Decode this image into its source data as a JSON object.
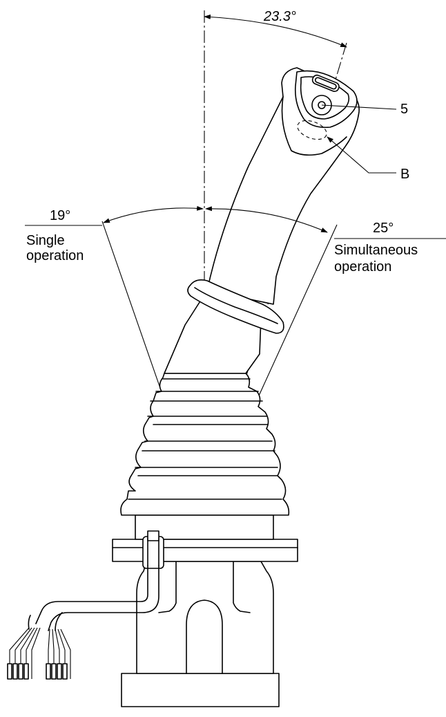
{
  "angles": {
    "tilt": "23.3°",
    "single": "19°",
    "simultaneous": "25°"
  },
  "labels": {
    "single_line1": "Single",
    "single_line2": "operation",
    "simul_line1": "Simultaneous",
    "simul_line2": "operation",
    "callout_5": "5",
    "callout_b": "B"
  }
}
